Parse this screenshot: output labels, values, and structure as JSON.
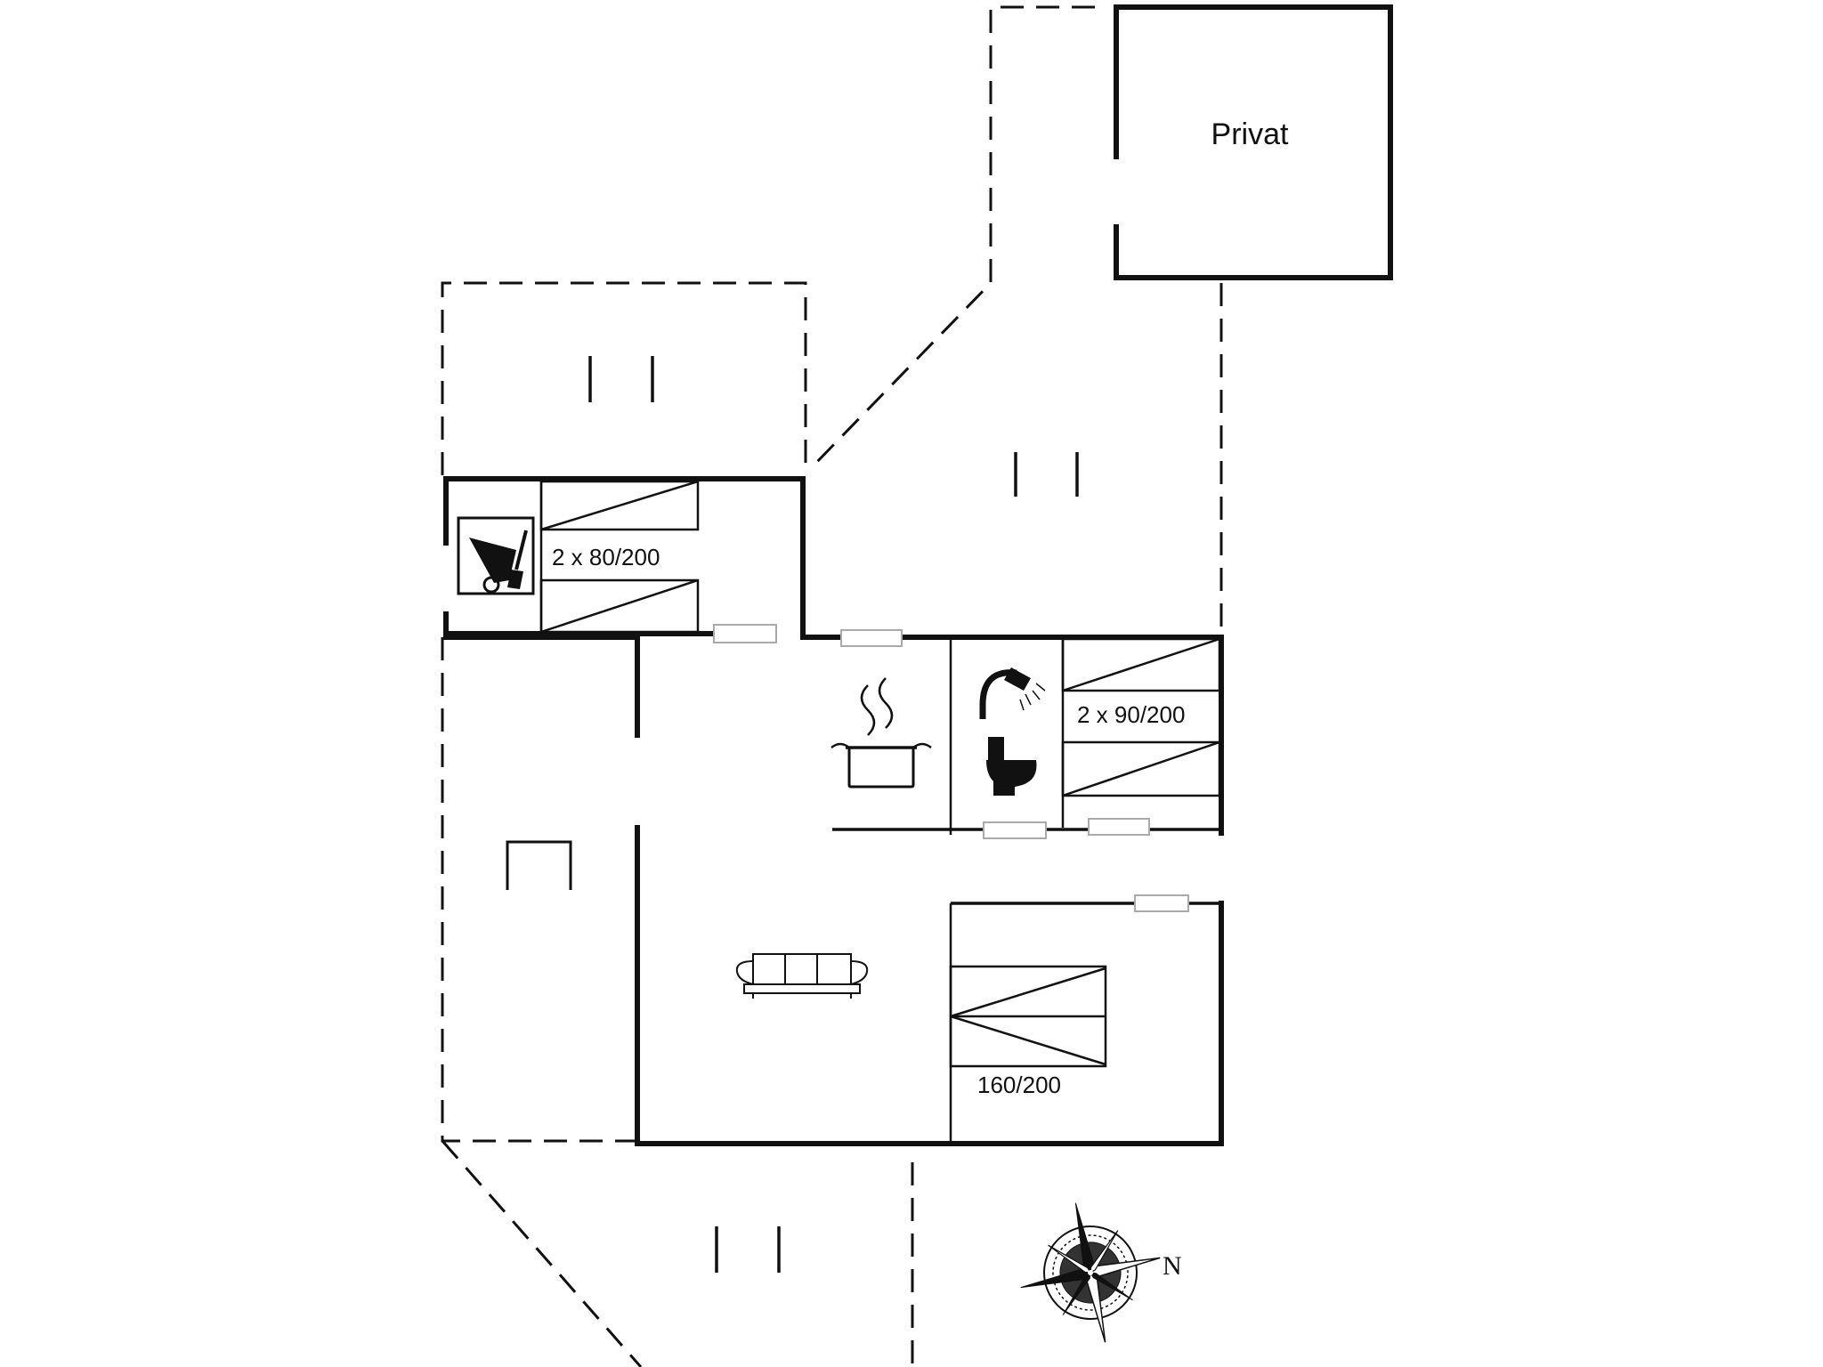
{
  "labels": {
    "privat": "Privat",
    "bed_top_left": "2 x 80/200",
    "bed_top_right": "2 x 90/200",
    "bed_double": "160/200",
    "compass_north": "N"
  },
  "icons": {
    "utility": "cleaning-tools-icon",
    "kitchen": "cooking-pot-icon",
    "bathroom_shower": "shower-icon",
    "bathroom_toilet": "toilet-icon",
    "living": "sofa-icon",
    "dining": "table-icon",
    "compass": "compass-rose-icon"
  },
  "colors": {
    "lines": "#111111",
    "background": "#ffffff"
  }
}
